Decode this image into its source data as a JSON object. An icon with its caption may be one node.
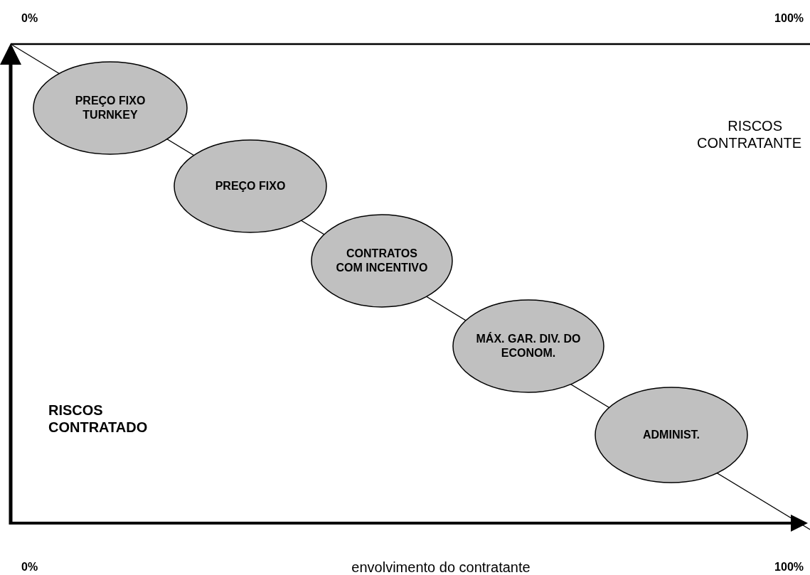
{
  "diagram": {
    "nodes": [
      {
        "text": [
          "PREÇO FIXO TURNKEY"
        ]
      },
      {
        "text": [
          "PREÇO FIXO"
        ]
      },
      {
        "text": [
          "CONTRATOS COM INCENTIVO"
        ]
      },
      {
        "text": [
          "MÁX. GAR. DIV. DO ECONOM."
        ]
      },
      {
        "text": [
          "ADMINIST."
        ]
      }
    ],
    "labels": [
      "0%",
      "100%",
      "RISCOS CONTRATANTE",
      "RISCOS CONTRATADO",
      "0%",
      "envolvimento do contratante",
      "100%"
    ]
  }
}
